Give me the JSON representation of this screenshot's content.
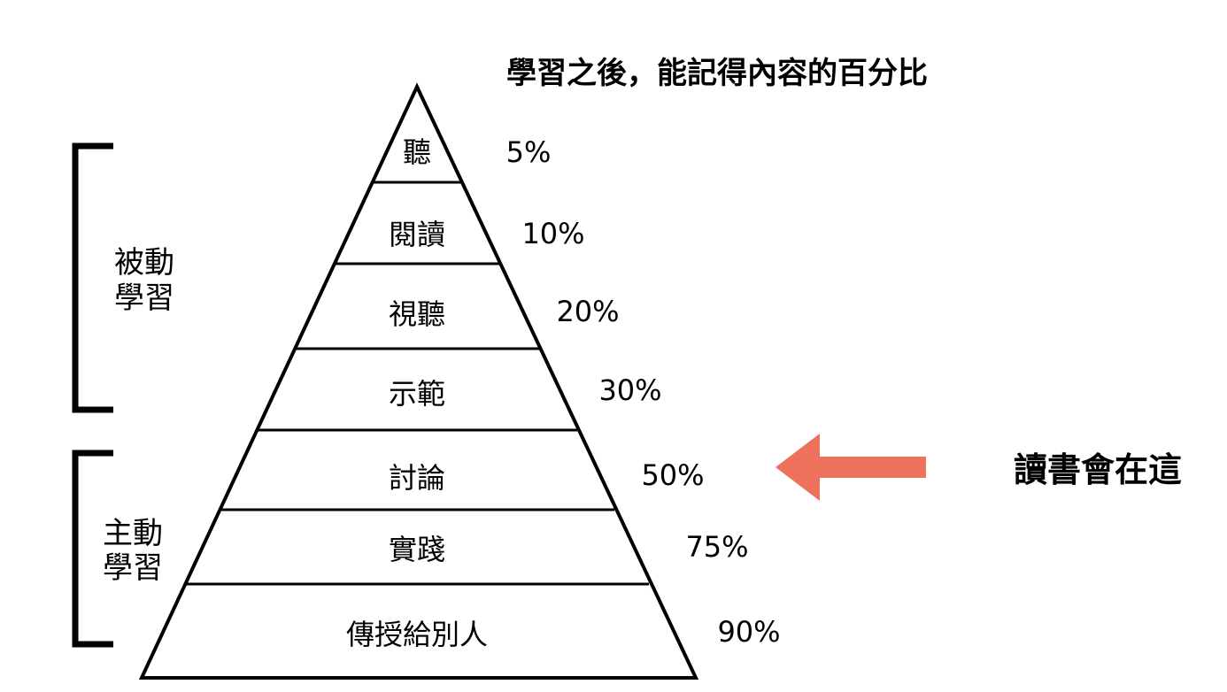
{
  "title": "學習之後，能記得內容的百分比",
  "layers": [
    {
      "label": "聽",
      "percent": "5%"
    },
    {
      "label": "閱讀",
      "percent": "10%"
    },
    {
      "label": "視聽",
      "percent": "20%"
    },
    {
      "label": "示範",
      "percent": "30%"
    },
    {
      "label": "討論",
      "percent": "50%"
    },
    {
      "label": "實踐",
      "percent": "75%"
    },
    {
      "label": "傳授給別人",
      "percent": "90%"
    }
  ],
  "groups": {
    "passive": {
      "line1": "被動",
      "line2": "學習"
    },
    "active": {
      "line1": "主動",
      "line2": "學習"
    }
  },
  "callout": {
    "text": "讀書會在這",
    "arrow_color": "#EE715C"
  }
}
